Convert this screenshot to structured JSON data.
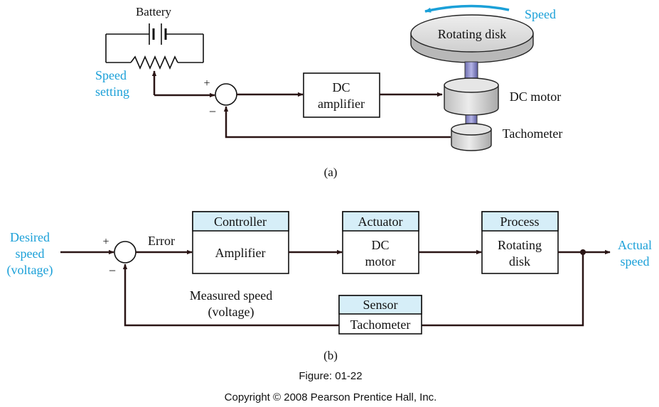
{
  "diagram_a": {
    "battery_label": "Battery",
    "speed_setting_line1": "Speed",
    "speed_setting_line2": "setting",
    "plus_sign": "+",
    "minus_sign": "−",
    "dc_amplifier_line1": "DC",
    "dc_amplifier_line2": "amplifier",
    "rotating_disk_label": "Rotating disk",
    "speed_label": "Speed",
    "dc_motor_label": "DC motor",
    "tachometer_label": "Tachometer",
    "caption": "(a)"
  },
  "diagram_b": {
    "desired_speed_line1": "Desired",
    "desired_speed_line2": "speed",
    "desired_speed_line3": "(voltage)",
    "plus_sign": "+",
    "minus_sign": "−",
    "error_label": "Error",
    "controller": {
      "header": "Controller",
      "body": "Amplifier"
    },
    "actuator": {
      "header": "Actuator",
      "body_line1": "DC",
      "body_line2": "motor"
    },
    "process": {
      "header": "Process",
      "body_line1": "Rotating",
      "body_line2": "disk"
    },
    "actual_speed_line1": "Actual",
    "actual_speed_line2": "speed",
    "measured_speed_line1": "Measured speed",
    "measured_speed_line2": "(voltage)",
    "sensor": {
      "header": "Sensor",
      "body": "Tachometer"
    },
    "caption": "(b)"
  },
  "footer": {
    "figure_label": "Figure: 01-22",
    "copyright": "Copyright © 2008 Pearson Prentice Hall, Inc."
  },
  "colors": {
    "accent_blue": "#1ba0d8",
    "header_fill": "#d6eef8",
    "line": "#3a2020"
  }
}
